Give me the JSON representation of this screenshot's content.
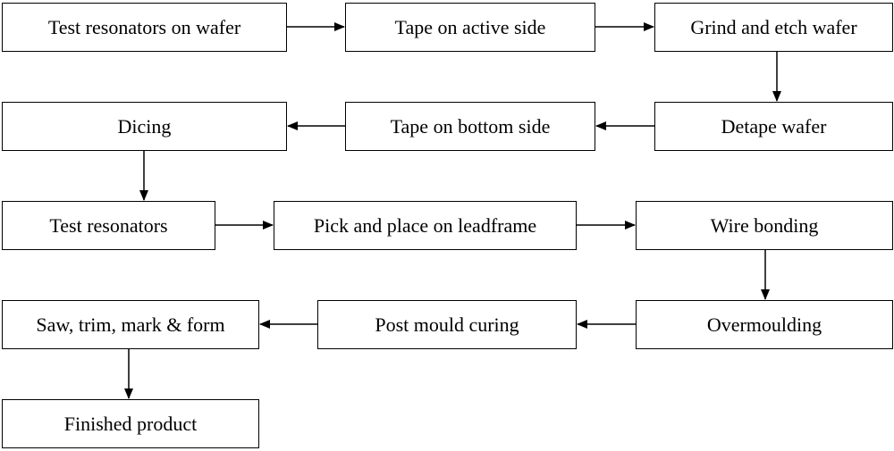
{
  "steps": [
    {
      "id": "test-wafer",
      "label": "Test resonators on wafer"
    },
    {
      "id": "tape-active",
      "label": "Tape on active side"
    },
    {
      "id": "grind-etch",
      "label": "Grind and etch wafer"
    },
    {
      "id": "dicing",
      "label": "Dicing"
    },
    {
      "id": "tape-bottom",
      "label": "Tape on bottom side"
    },
    {
      "id": "detape",
      "label": "Detape wafer"
    },
    {
      "id": "test-resonators",
      "label": "Test resonators"
    },
    {
      "id": "pick-place",
      "label": "Pick and place on leadframe"
    },
    {
      "id": "wire-bonding",
      "label": "Wire bonding"
    },
    {
      "id": "saw-trim",
      "label": "Saw, trim, mark & form"
    },
    {
      "id": "post-mould",
      "label": "Post mould curing"
    },
    {
      "id": "overmoulding",
      "label": "Overmoulding"
    },
    {
      "id": "finished",
      "label": "Finished product"
    }
  ],
  "flow": [
    [
      "test-wafer",
      "tape-active"
    ],
    [
      "tape-active",
      "grind-etch"
    ],
    [
      "grind-etch",
      "detape"
    ],
    [
      "detape",
      "tape-bottom"
    ],
    [
      "tape-bottom",
      "dicing"
    ],
    [
      "dicing",
      "test-resonators"
    ],
    [
      "test-resonators",
      "pick-place"
    ],
    [
      "pick-place",
      "wire-bonding"
    ],
    [
      "wire-bonding",
      "overmoulding"
    ],
    [
      "overmoulding",
      "post-mould"
    ],
    [
      "post-mould",
      "saw-trim"
    ],
    [
      "saw-trim",
      "finished"
    ]
  ],
  "colors": {
    "stroke": "#000000",
    "fill": "#ffffff",
    "text": "#000000"
  }
}
